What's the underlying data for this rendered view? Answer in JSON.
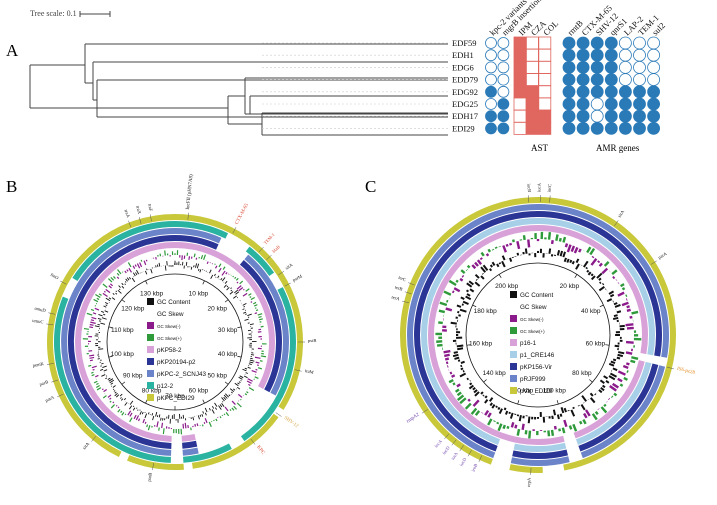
{
  "panel_a": {
    "label": "A",
    "tree_scale": "Tree scale: 0.1",
    "isolates": [
      "EDF59",
      "EDH1",
      "EDG6",
      "EDD79",
      "EDG92",
      "EDG25",
      "EDH17",
      "EDI29"
    ],
    "features": [
      "kpc-2 variants",
      "mgrB insertion",
      "IPM",
      "CZA",
      "COL",
      "rmtB",
      "CTX-M-65",
      "SHV-12",
      "qnrS1",
      "LAP-2",
      "TEM-1",
      "sul2"
    ],
    "ast_label": "AST",
    "amr_label": "AMR genes",
    "colors": {
      "blue": "#2a7ab8",
      "red": "#e0675f",
      "grid": "#bfbfbf",
      "tree": "#444444"
    },
    "variants_matrix": [
      [
        0,
        0
      ],
      [
        0,
        0
      ],
      [
        0,
        0
      ],
      [
        0,
        0
      ],
      [
        1,
        0
      ],
      [
        0,
        1
      ],
      [
        1,
        1
      ],
      [
        1,
        1
      ]
    ],
    "ast_matrix": [
      [
        1,
        0,
        0
      ],
      [
        1,
        0,
        0
      ],
      [
        1,
        0,
        0
      ],
      [
        1,
        0,
        0
      ],
      [
        1,
        1,
        0
      ],
      [
        0,
        1,
        0
      ],
      [
        0,
        1,
        1
      ],
      [
        0,
        1,
        1
      ]
    ],
    "amr_matrix": [
      [
        1,
        1,
        1,
        1,
        0,
        0,
        0
      ],
      [
        1,
        1,
        1,
        1,
        0,
        0,
        0
      ],
      [
        1,
        1,
        1,
        1,
        0,
        0,
        0
      ],
      [
        1,
        1,
        1,
        1,
        0,
        0,
        0
      ],
      [
        1,
        1,
        1,
        1,
        1,
        1,
        1
      ],
      [
        1,
        1,
        0,
        1,
        1,
        1,
        1
      ],
      [
        1,
        1,
        0,
        1,
        1,
        1,
        1
      ],
      [
        1,
        1,
        1,
        1,
        1,
        1,
        1
      ]
    ]
  },
  "panel_b": {
    "label": "B",
    "ticks": [
      "10 kbp",
      "20 kbp",
      "30 kbp",
      "40 kbp",
      "50 kbp",
      "60 kbp",
      "70 kbp",
      "80 kbp",
      "90 kbp",
      "100 kbp",
      "110 kbp",
      "120 kbp",
      "130 kbp"
    ],
    "legend": [
      {
        "label": "GC Content",
        "color": "#111111"
      },
      {
        "label": "GC Skew",
        "color": null
      },
      {
        "label": "GC Skew(-)",
        "color": "#8b1a8b"
      },
      {
        "label": "GC Skew(+)",
        "color": "#2e9a3a"
      },
      {
        "label": "pKP58-2",
        "color": "#d8a2d8"
      },
      {
        "label": "pKP20194-p2",
        "color": "#2a3596"
      },
      {
        "label": "pKPC-2_SCNJ43",
        "color": "#6b84c9"
      },
      {
        "label": "p12-2",
        "color": "#2ab3a0"
      },
      {
        "label": "pKPC_EDI29",
        "color": "#c8c83a"
      }
    ],
    "gene_labels_black": [
      "IncFII (pHN7A8)",
      "traF",
      "traX",
      "traA",
      "traI",
      "sitA",
      "parM",
      "psiB",
      "traM",
      "umuC",
      "umuD",
      "fosA3",
      "parA",
      "parB",
      "sitA",
      "parA",
      "parB",
      "pemK",
      "finO"
    ],
    "gene_labels_red": [
      "CTX-M-65",
      "TEM-1",
      "blaB",
      "SHV-12",
      "KPC"
    ]
  },
  "panel_c": {
    "label": "C",
    "ticks": [
      "20 kbp",
      "40 kbp",
      "60 kbp",
      "80 kbp",
      "100 kbp",
      "120 kbp",
      "140 kbp",
      "160 kbp",
      "180 kbp",
      "200 kbp"
    ],
    "legend": [
      {
        "label": "GC Content",
        "color": "#111111"
      },
      {
        "label": "GC Skew",
        "color": null
      },
      {
        "label": "GC Skew(-)",
        "color": "#8b1a8b"
      },
      {
        "label": "GC Skew(+)",
        "color": "#2e9a3a"
      },
      {
        "label": "p16-1",
        "color": "#d8a2d8"
      },
      {
        "label": "p1_CRE146",
        "color": "#a8cfe8"
      },
      {
        "label": "pKP156-Vir",
        "color": "#2a3596"
      },
      {
        "label": "pRJF999",
        "color": "#6b84c9"
      },
      {
        "label": "pVir_EDI29",
        "color": "#c8c83a"
      }
    ],
    "gene_labels_black": [
      "iucB",
      "iucA",
      "iucC",
      "sitA",
      "parA",
      "terA",
      "terB",
      "terC",
      "repA"
    ],
    "gene_labels_orange": [
      "IS6-pz28"
    ],
    "gene_labels_purple": [
      "rmpA2",
      "iucD",
      "iutA",
      "iucD",
      "iucA",
      "iroB",
      "iroN"
    ]
  }
}
